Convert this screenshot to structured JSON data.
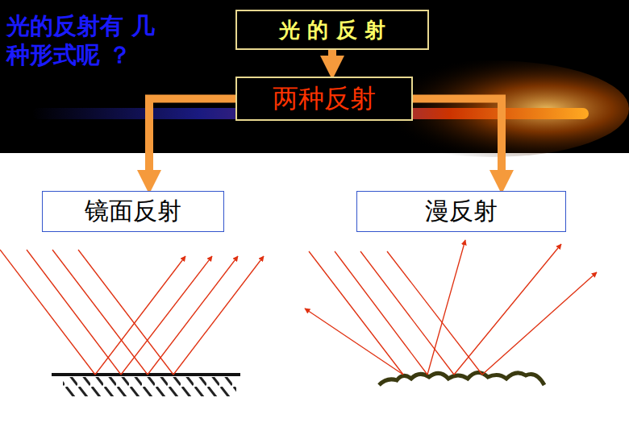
{
  "diagram": {
    "nodes": [
      {
        "text": [
          "光 的 反 射"
        ]
      },
      {
        "text": [
          "两种反射"
        ]
      },
      {
        "text": [
          "镜面反射"
        ]
      },
      {
        "text": [
          "漫反射"
        ]
      }
    ],
    "edges": [
      {
        "from": 0,
        "to": 1,
        "arrow": "to"
      },
      {
        "from": 1,
        "to": 2,
        "arrow": "to"
      },
      {
        "from": 1,
        "to": 3,
        "arrow": "to"
      }
    ],
    "labels": [
      "光的反射有 几种形式呢 ？"
    ]
  }
}
